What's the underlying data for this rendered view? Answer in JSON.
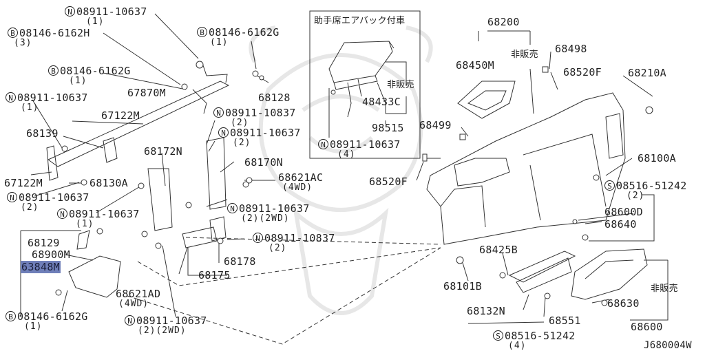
{
  "page_code": "J680004W",
  "inset": {
    "title": "助手席エアバック付車"
  },
  "not_for_sale": "非販売",
  "prefix_letters": {
    "n": "N",
    "b": "B",
    "s": "S"
  },
  "parts": {
    "p1": "08911-10637",
    "q1": "(1)",
    "p2": "08146-6162H",
    "q2": "(3)",
    "p3": "08146-6162G",
    "q3": "(1)",
    "p4": "08146-6162G",
    "q4": "(1)",
    "p5": "08911-10637",
    "q5": "(1)",
    "p6": "67870M",
    "p7": "67122M",
    "p8": "68139",
    "p9": "67122M",
    "p10": "68130A",
    "p11": "08911-10637",
    "q11": "(2)",
    "p12": "08911-10637",
    "q12": "(1)",
    "p13": "68129",
    "p14": "68900M",
    "p15": "63848M",
    "p16": "08146-6162G",
    "q16": "(1)",
    "p17": "68621AD",
    "q17": "(4WD)",
    "p18": "08911-10637",
    "q18": "(2)(2WD)",
    "p19": "68128",
    "p20": "08911-10837",
    "q20": "(2)",
    "p21": "08911-10637",
    "q21": "(2)",
    "p22": "68172N",
    "p23": "68170N",
    "p24": "68621AC",
    "q24": "(4WD)",
    "p25": "08911-10637",
    "q25": "(2)(2WD)",
    "p26": "08911-10837",
    "q26": "(2)",
    "p27": "68178",
    "p28": "68175",
    "p29": "48433C",
    "p30": "98515",
    "p31": "08911-10637",
    "q31": "(4)",
    "p32": "68200",
    "p33": "68450M",
    "p34": "68498",
    "p35": "68520F",
    "p36": "68210A",
    "p37": "68499",
    "p38": "68520F",
    "p39": "68100A",
    "p40": "08516-51242",
    "q40": "(2)",
    "p41": "68600D",
    "p42": "68640",
    "p43": "68425B",
    "p44": "68101B",
    "p45": "68132N",
    "p46": "68551",
    "p47": "68630",
    "p48": "68600",
    "p49": "08516-51242",
    "q49": "(4)"
  }
}
